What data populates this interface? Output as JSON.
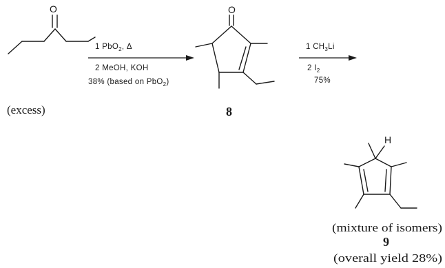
{
  "starting_material": {
    "oxygen_label": "O",
    "note": "(excess)"
  },
  "step1": {
    "line1": "1  PbO",
    "line1_sub": "2",
    "line1_tail": ", Δ",
    "line2": "2  MeOH, KOH",
    "line3_a": "38% (based on PbO",
    "line3_sub": "2",
    "line3_b": ")"
  },
  "intermediate": {
    "oxygen_label": "O",
    "compound_number": "8"
  },
  "step2": {
    "line1_a": "1  CH",
    "line1_sub": "3",
    "line1_b": "Li",
    "line2_a": "2  I",
    "line2_sub": "2",
    "line3": "75%"
  },
  "product": {
    "hydrogen_label": "H",
    "note1": "(mixture of isomers)",
    "compound_number": "9",
    "note2": "(overall yield 28%)"
  }
}
